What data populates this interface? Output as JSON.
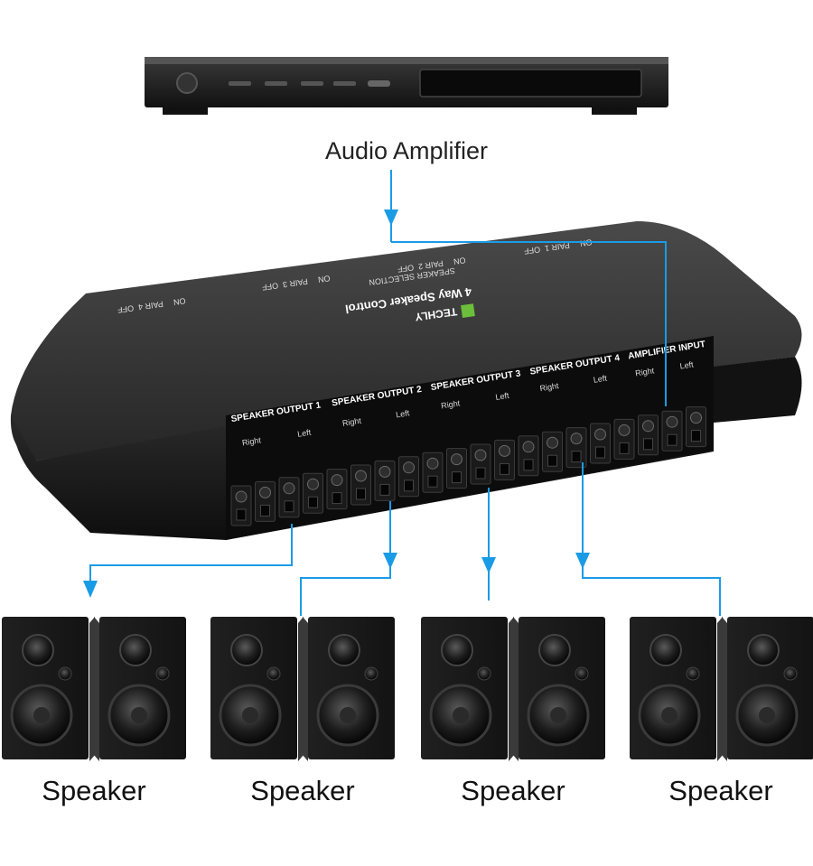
{
  "amplifier": {
    "label": "Audio Amplifier"
  },
  "switch_box": {
    "brand": "TECHLY",
    "model": "4 Way Speaker Control",
    "selection_title": "SPEAKER SELECTION",
    "pair_switches": [
      {
        "pair": "PAIR 1",
        "on": "ON",
        "off": "OFF"
      },
      {
        "pair": "PAIR 2",
        "on": "ON",
        "off": "OFF"
      },
      {
        "pair": "PAIR 3",
        "on": "ON",
        "off": "OFF"
      },
      {
        "pair": "PAIR 4",
        "on": "ON",
        "off": "OFF"
      }
    ],
    "outputs": [
      {
        "title": "SPEAKER OUTPUT 1",
        "right": "Right",
        "left": "Left"
      },
      {
        "title": "SPEAKER OUTPUT 2",
        "right": "Right",
        "left": "Left"
      },
      {
        "title": "SPEAKER OUTPUT 3",
        "right": "Right",
        "left": "Left"
      },
      {
        "title": "SPEAKER OUTPUT 4",
        "right": "Right",
        "left": "Left"
      }
    ],
    "input": {
      "title": "AMPLIFIER INPUT",
      "right": "Right",
      "left": "Left"
    },
    "polarity": {
      "minus": "–",
      "plus": "+"
    }
  },
  "speakers": [
    {
      "label": "Speaker"
    },
    {
      "label": "Speaker"
    },
    {
      "label": "Speaker"
    },
    {
      "label": "Speaker"
    }
  ],
  "colors": {
    "wire": "#1a9be6",
    "device": "#1c1c1c",
    "accent_green": "#6cbf3a"
  }
}
